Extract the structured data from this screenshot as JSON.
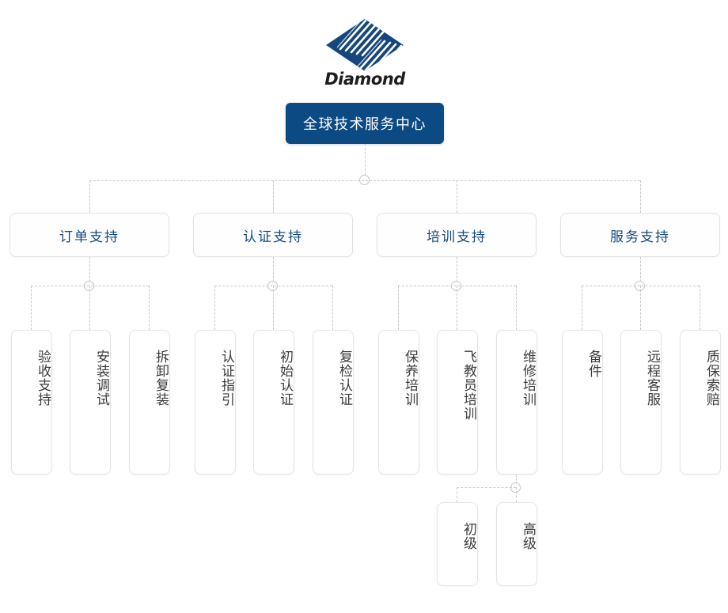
{
  "brand": {
    "name": "Diamond",
    "logo_icon": "diamond-logo-icon",
    "logo_color": "#0c4a83"
  },
  "chart_data": {
    "type": "diagram",
    "title": "全球技术服务中心",
    "subtype": "organization-tree",
    "accent_color": "#0c4a83",
    "line_color": "#c8c8c8"
  },
  "tree": {
    "root": {
      "label": "全球技术服务中心"
    },
    "branches": [
      {
        "label": "订单支持",
        "children": [
          {
            "label": "验收支持"
          },
          {
            "label": "安装调试"
          },
          {
            "label": "拆卸复装"
          }
        ]
      },
      {
        "label": "认证支持",
        "children": [
          {
            "label": "认证指引"
          },
          {
            "label": "初始认证"
          },
          {
            "label": "复检认证"
          }
        ]
      },
      {
        "label": "培训支持",
        "children": [
          {
            "label": "保养培训"
          },
          {
            "label": "飞教员培训"
          },
          {
            "label": "维修培训",
            "children": [
              {
                "label": "初级"
              },
              {
                "label": "高级"
              }
            ]
          }
        ]
      },
      {
        "label": "服务支持",
        "children": [
          {
            "label": "备件"
          },
          {
            "label": "远程客服"
          },
          {
            "label": "质保索赔"
          }
        ]
      }
    ]
  }
}
